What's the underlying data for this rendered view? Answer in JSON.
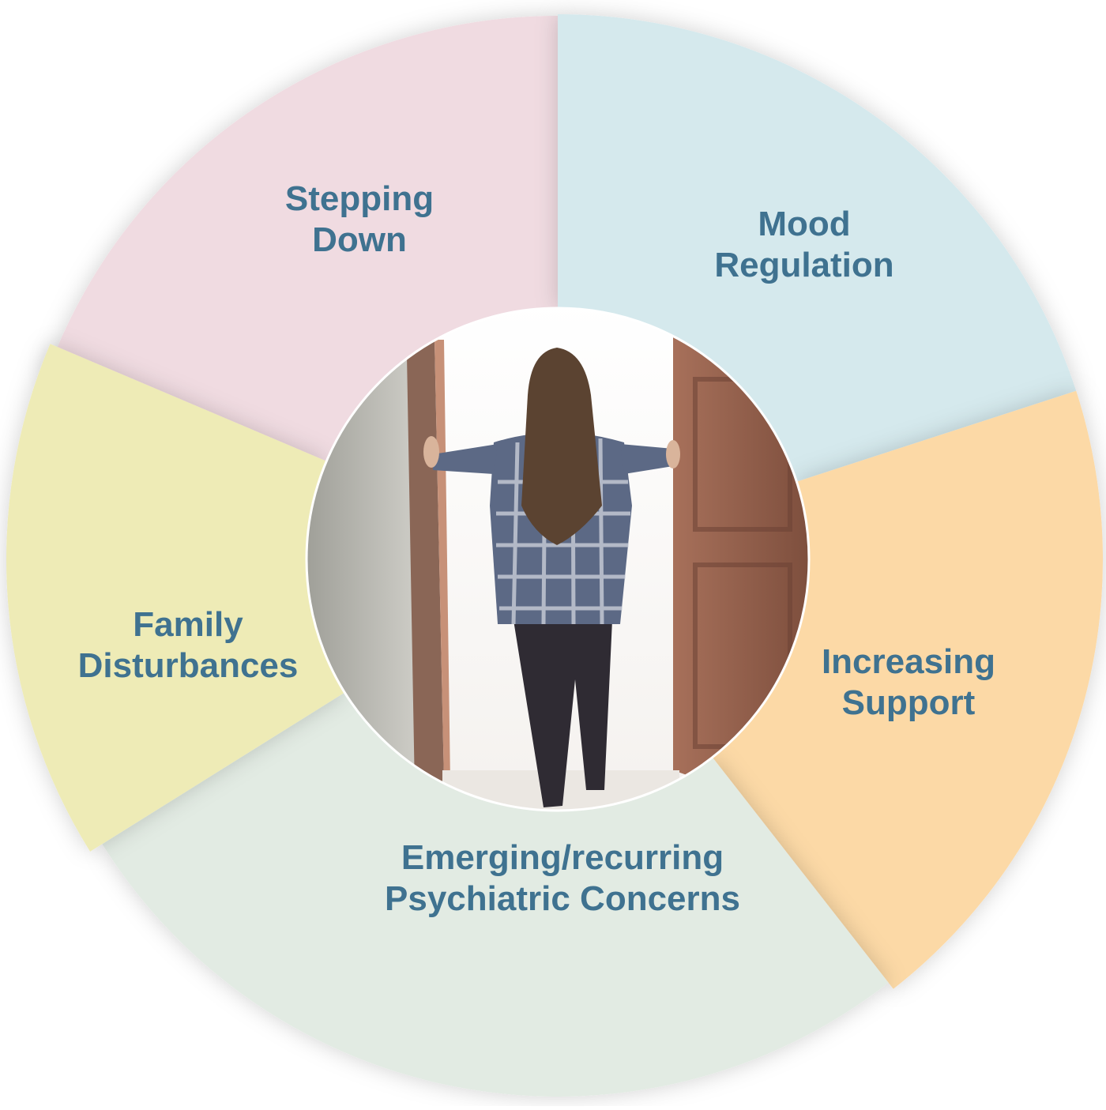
{
  "segments": [
    {
      "id": "stepping-down",
      "lines": [
        "Stepping",
        "Down"
      ],
      "color": "#f0dbe1"
    },
    {
      "id": "mood-regulation",
      "lines": [
        "Mood",
        "Regulation"
      ],
      "color": "#d5e9ed"
    },
    {
      "id": "increasing-support",
      "lines": [
        "Increasing",
        "Support"
      ],
      "color": "#fcd9a6"
    },
    {
      "id": "emerging-recurring",
      "lines": [
        "Emerging/recurring",
        "Psychiatric Concerns"
      ],
      "color": "#e2ebe3"
    },
    {
      "id": "family-disturbances",
      "lines": [
        "Family",
        "Disturbances"
      ],
      "color": "#eeebb6"
    }
  ],
  "label_color": "#3f7290",
  "center_photo": {
    "subject": "person-opening-doors",
    "light_color": "#ffffff",
    "door_color": "#8e5e4a",
    "wall_color": "#b9b8b0",
    "hair_color": "#5b4331",
    "shirt_color": "#5e6c87",
    "pants_color": "#2b2830"
  }
}
